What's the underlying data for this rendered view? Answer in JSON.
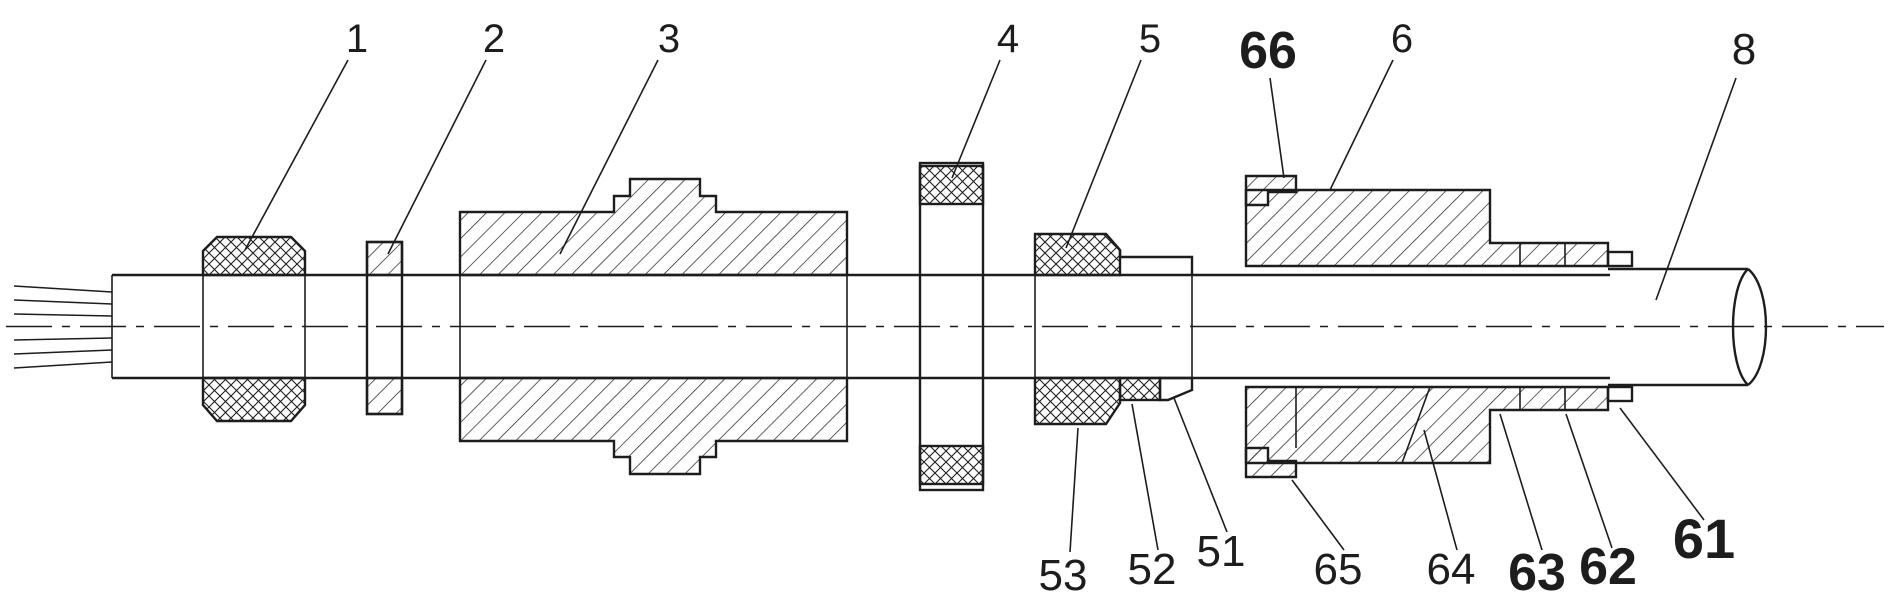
{
  "figure": {
    "background": "#ffffff",
    "line_color": "#1d1d1d",
    "description_visible_text_only": "exploded sectional drawing of a cable gland assembly with numbered part callouts"
  },
  "labels": {
    "part1": "1",
    "part2": "2",
    "part3": "3",
    "part4": "4",
    "part5": "5",
    "part6": "6",
    "part8": "8",
    "part66": "66",
    "part53": "53",
    "part52": "52",
    "part51": "51",
    "part65": "65",
    "part64": "64",
    "part63": "63",
    "part62": "62",
    "part61": "61"
  }
}
